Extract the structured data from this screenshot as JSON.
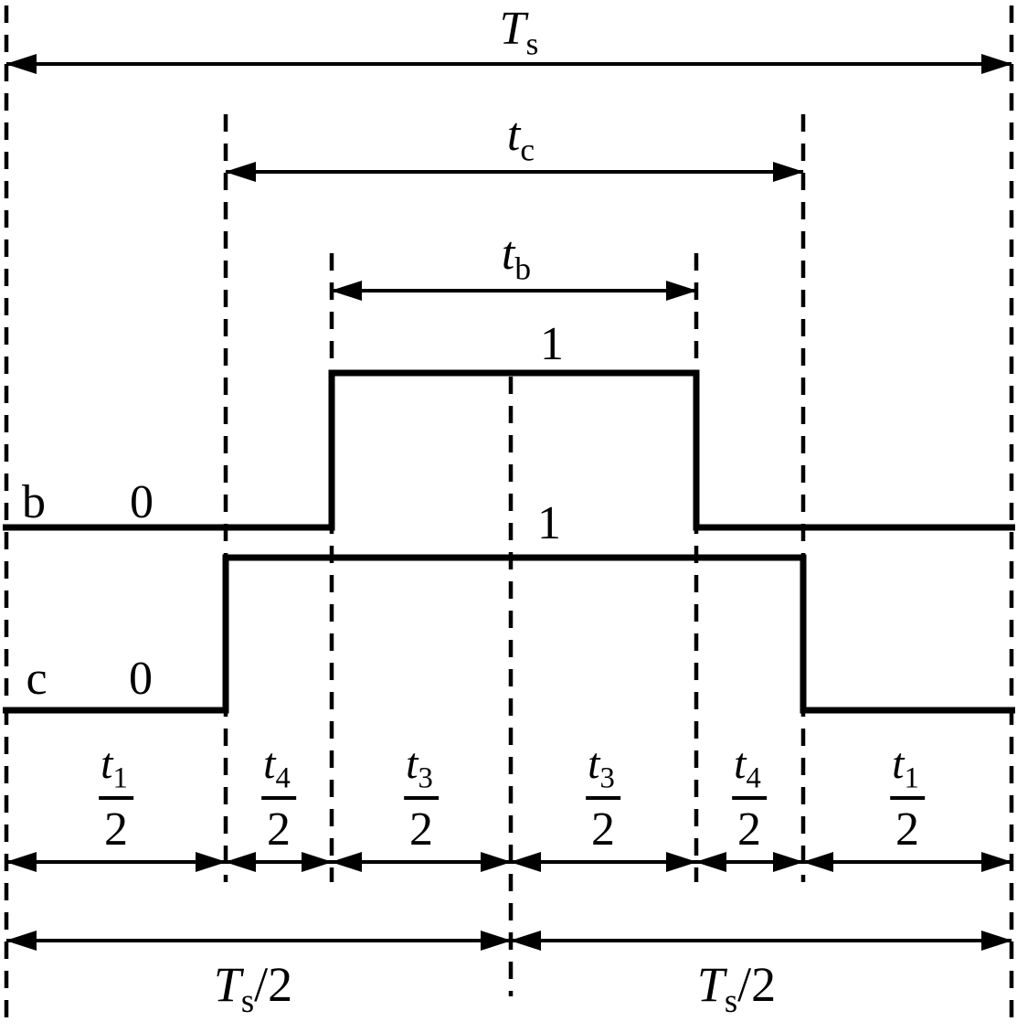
{
  "colors": {
    "ink": "#000000",
    "background": "#ffffff"
  },
  "dimension_labels": {
    "ts": {
      "base": "T",
      "sub": "s"
    },
    "tc": {
      "base": "t",
      "sub": "c"
    },
    "tb": {
      "base": "t",
      "sub": "b"
    }
  },
  "waveforms": {
    "b": {
      "name": "b",
      "low_level": "0",
      "high_level": "1"
    },
    "c": {
      "name": "c",
      "low_level": "0",
      "high_level": "1"
    }
  },
  "segment_fractions": [
    {
      "num_base": "t",
      "num_sub": "1",
      "den": "2"
    },
    {
      "num_base": "t",
      "num_sub": "4",
      "den": "2"
    },
    {
      "num_base": "t",
      "num_sub": "3",
      "den": "2"
    },
    {
      "num_base": "t",
      "num_sub": "3",
      "den": "2"
    },
    {
      "num_base": "t",
      "num_sub": "4",
      "den": "2"
    },
    {
      "num_base": "t",
      "num_sub": "1",
      "den": "2"
    }
  ],
  "half_period_labels": {
    "left": {
      "base": "T",
      "sub": "s",
      "divisor": "/2"
    },
    "right": {
      "base": "T",
      "sub": "s",
      "divisor": "/2"
    }
  }
}
